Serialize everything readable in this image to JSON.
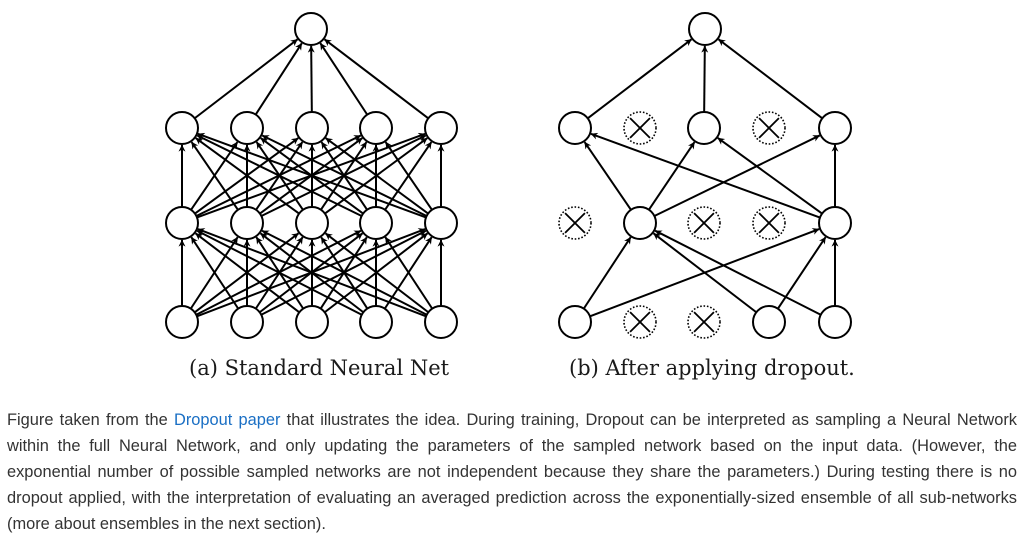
{
  "figure": {
    "panel_a": {
      "caption": "(a) Standard Neural Net"
    },
    "panel_b": {
      "caption": "(b) After applying dropout."
    },
    "dropped_marker_icon": "crossed-circle-icon"
  },
  "description": {
    "before_link": "Figure taken from the ",
    "link_text": "Dropout paper",
    "after_link": " that illustrates the idea. During training, Dropout can be interpreted as sampling a Neural Network within the full Neural Network, and only updating the parameters of the sampled network based on the input data. (However, the exponential number of possible sampled networks are not independent because they share the parameters.) During testing there is no dropout applied, with the interpretation of evaluating an averaged prediction across the exponentially-sized ensemble of all sub-networks (more about ensembles in the next section)."
  },
  "colors": {
    "stroke": "#000000",
    "link": "#1a6fc4",
    "text": "#333333"
  }
}
